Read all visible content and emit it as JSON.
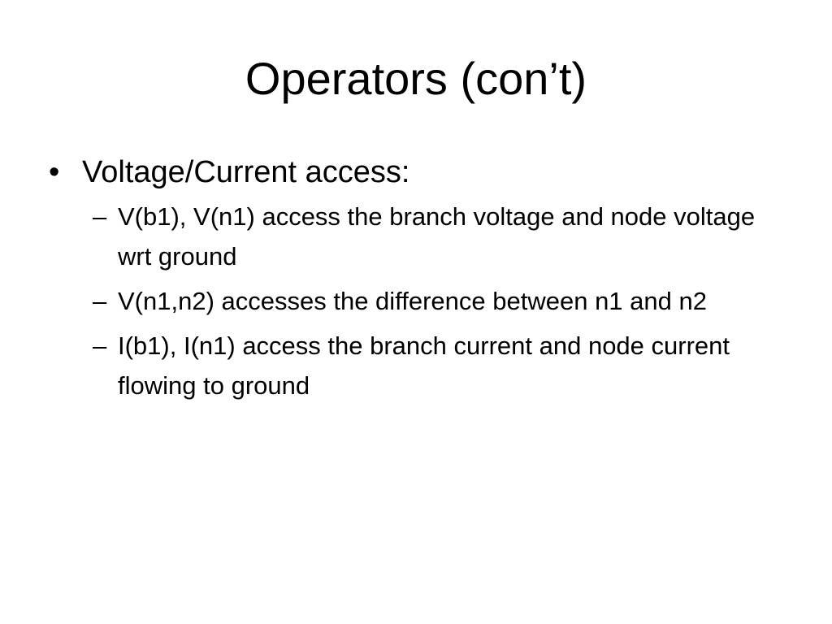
{
  "slide": {
    "title": "Operators (con’t)",
    "bullet": {
      "marker": "•",
      "text": "Voltage/Current access:"
    },
    "sub_marker": "–",
    "sub_items": [
      "V(b1), V(n1) access the branch voltage and node voltage wrt ground",
      "V(n1,n2) accesses the difference between n1 and n2",
      "I(b1), I(n1) access the branch current and node current flowing to ground"
    ]
  }
}
